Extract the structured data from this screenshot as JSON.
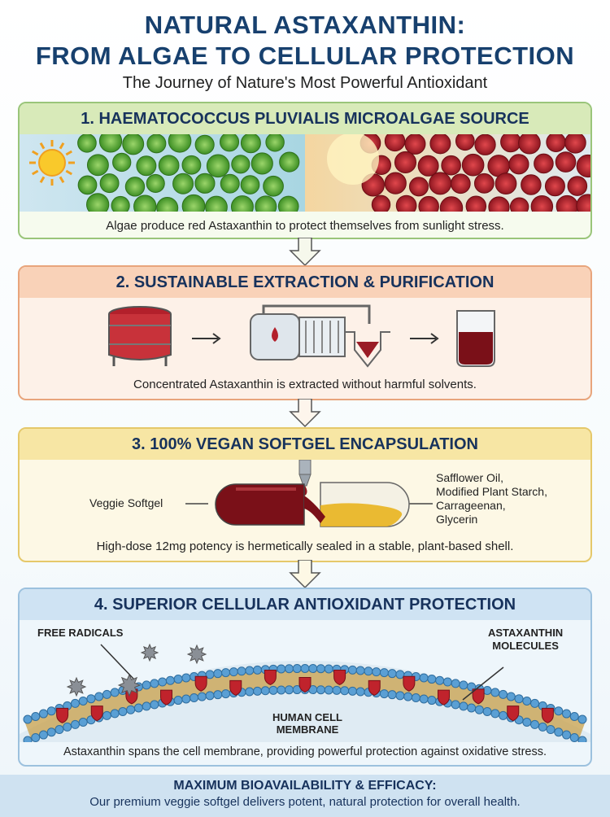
{
  "header": {
    "title_line1": "NATURAL ASTAXANTHIN:",
    "title_line2": "FROM ALGAE TO CELLULAR PROTECTION",
    "subtitle": "The Journey of Nature's Most Powerful Antioxidant"
  },
  "steps": [
    {
      "title": "1.  HAEMATOCOCCUS PLUVIALIS MICROALGAE SOURCE",
      "caption": "Algae produce red Astaxanthin to protect themselves from sunlight stress."
    },
    {
      "title": "2. SUSTAINABLE EXTRACTION & PURIFICATION",
      "caption": "Concentrated Astaxanthin is extracted without harmful solvents."
    },
    {
      "title": "3. 100% VEGAN SOFTGEL ENCAPSULATION",
      "caption": "High-dose 12mg potency is hermetically sealed in a stable, plant-based shell.",
      "left_label": "Veggie Softgel",
      "ingredients": [
        "Safflower Oil,",
        "Modified Plant Starch,",
        "Carrageenan,",
        "Glycerin"
      ]
    },
    {
      "title": "4. SUPERIOR CELLULAR ANTIOXIDANT PROTECTION",
      "caption": "Astaxanthin spans the cell membrane, providing powerful protection against oxidative stress.",
      "label_free_radicals": "FREE RADICALS",
      "label_molecules_1": "ASTAXANTHIN",
      "label_molecules_2": "MOLECULES",
      "label_membrane_1": "HUMAN CELL",
      "label_membrane_2": "MEMBRANE"
    }
  ],
  "footer": {
    "heading": "MAXIMUM BIOAVAILABILITY & EFFICACY:",
    "text": "Our premium veggie softgel delivers potent, natural protection for overall health."
  },
  "colors": {
    "title": "#17406e",
    "green_algae": "#5fae3a",
    "red_algae": "#b3202b",
    "astaxanthin_red": "#8e1620",
    "membrane_blue": "#4a90c8"
  }
}
